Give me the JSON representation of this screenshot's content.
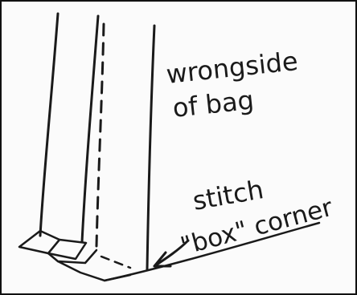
{
  "labels": {
    "wrong_side_line1": "wrongside",
    "wrong_side_line2": "of bag",
    "stitch_line1": "stitch",
    "stitch_line2": "\"box\" corner"
  },
  "colors": {
    "ink": "#1a1a1a",
    "background": "#fbfbfb",
    "frame": "#111111"
  }
}
